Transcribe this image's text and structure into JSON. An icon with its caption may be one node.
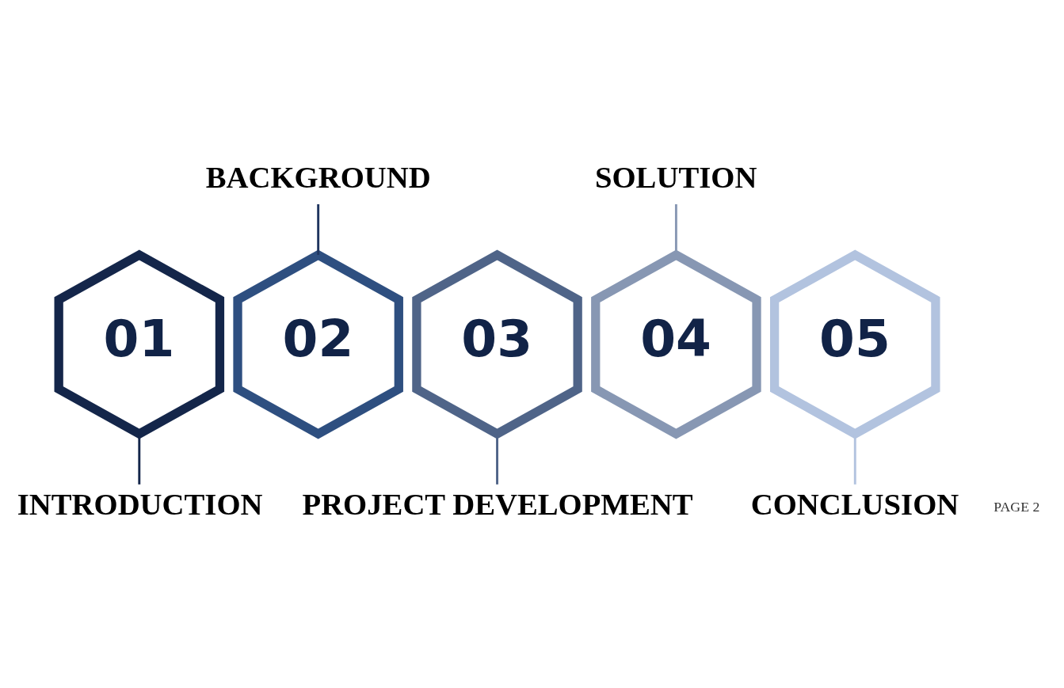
{
  "diagram": {
    "nodes": [
      {
        "text": [
          "01"
        ]
      },
      {
        "text": [
          "02"
        ]
      },
      {
        "text": [
          "03"
        ]
      },
      {
        "text": [
          "04"
        ]
      },
      {
        "text": [
          "05"
        ]
      },
      {
        "text": [
          "INTRODUCTION"
        ]
      },
      {
        "text": [
          "BACKGROUND"
        ]
      },
      {
        "text": [
          "PROJECT DEVELOPMENT"
        ]
      },
      {
        "text": [
          "SOLUTION"
        ]
      },
      {
        "text": [
          "CONCLUSION"
        ]
      }
    ],
    "edges": [
      {
        "from": 0,
        "to": 5,
        "arrow": "none",
        "color": "#14264a"
      },
      {
        "from": 6,
        "to": 1,
        "arrow": "none",
        "color": "#1f355f"
      },
      {
        "from": 2,
        "to": 7,
        "arrow": "none",
        "color": "#4f6488"
      },
      {
        "from": 8,
        "to": 3,
        "arrow": "none",
        "color": "#8797b3"
      },
      {
        "from": 4,
        "to": 9,
        "arrow": "none",
        "color": "#b2c3df"
      }
    ],
    "labels": [
      "PAGE 2"
    ]
  }
}
